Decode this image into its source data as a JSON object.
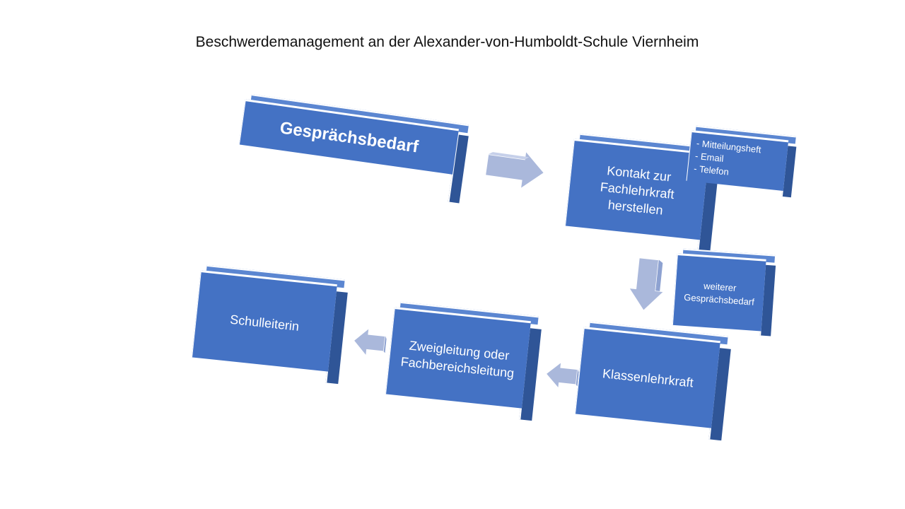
{
  "title": "Beschwerdemanagement an der Alexander-von-Humboldt-Schule Viernheim",
  "colors": {
    "box_fill": "#4472c4",
    "box_side": "#2f5597",
    "arrow_fill": "#aab8db",
    "arrow_edge": "#8ea2d1"
  },
  "nodes": {
    "gespraechsbedarf": "Gesprächsbedarf",
    "kontakt": "Kontakt zur Fachlehrkraft herstellen",
    "kontakt_options": [
      "Mitteilungsheft",
      "Email",
      "Telefon"
    ],
    "weiterer": "weiterer Gesprächsbedarf",
    "klassenlehrkraft": "Klassenlehrkraft",
    "zweigleitung": "Zweigleitung oder Fachbereichsleitung",
    "schulleiterin": "Schulleiterin"
  }
}
